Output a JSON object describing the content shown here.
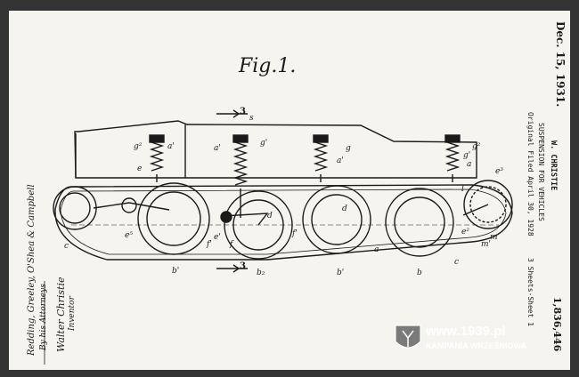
{
  "figure": {
    "title": "Fig.1."
  },
  "patent": {
    "date": "Dec. 15, 1931.",
    "inventor_name": "W. CHRISTIE",
    "title": "SUSPENSION FOR VEHICLES",
    "filed": "Original Filed April 30, 1928",
    "sheets": "3 Sheets-Sheet 1",
    "number": "1,836,446"
  },
  "signature": {
    "inventor_label": "Inventor",
    "inventor_sig": "Walter Christie",
    "attorneys_line": "By his Attorneys",
    "firm_sig": "Redding, Greeley, O'Shea & Campbell"
  },
  "section_marks": {
    "top": "3",
    "bottom": "3"
  },
  "labels": {
    "g2": "g²",
    "a1_top": "a'",
    "a1_mid": "a'",
    "g1_mid": "g'",
    "g1_b": "g'",
    "a1_right": "a'",
    "g_left": "g",
    "g2_right": "g²",
    "a1_far": "a'",
    "a_far": "a",
    "b1": "b'",
    "b2": "b₂",
    "b1_b": "b'",
    "b": "b",
    "c_left": "c",
    "c": "c",
    "e5": "e⁵",
    "e1": "e'",
    "f1": "f'",
    "f1_b": "f'",
    "f": "f",
    "d": "d",
    "d_b": "d",
    "a_mid": "a",
    "m1": "m'",
    "m": "m",
    "e2": "e²",
    "e3": "e³",
    "l": "l",
    "e_top": "e",
    "s": "s"
  },
  "watermark": {
    "site": "www.1939.pl",
    "caption": "KAMPANIA WRZEŚNIOWA"
  }
}
